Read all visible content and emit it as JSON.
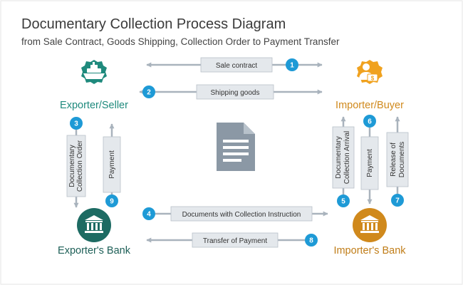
{
  "title": "Documentary Collection Process Diagram",
  "subtitle": "from Sale Contract, Goods Shipping, Collection Order to Payment Transfer",
  "colors": {
    "teal": "#1f8a7d",
    "dark_teal": "#1d6b63",
    "orange": "#f0a21f",
    "dark_orange": "#d0891c",
    "blue_badge": "#1e9ad6",
    "arrow_gray": "#a9b3bd",
    "box_fill": "#e4e8ec"
  },
  "nodes": {
    "exporter": {
      "label": "Exporter/Seller",
      "icon": "ship-icon"
    },
    "importer": {
      "label": "Importer/Buyer",
      "icon": "buyer-icon"
    },
    "exporter_bank": {
      "label": "Exporter's Bank",
      "icon": "bank-icon"
    },
    "importer_bank": {
      "label": "Importer's Bank",
      "icon": "bank-icon"
    }
  },
  "steps": {
    "s1": {
      "number": "1",
      "label": "Sale contract"
    },
    "s2": {
      "number": "2",
      "label": "Shipping goods"
    },
    "s3": {
      "number": "3",
      "line1": "Documentary",
      "line2": "Collection Order"
    },
    "s4": {
      "number": "4",
      "label": "Documents with Collection Instruction"
    },
    "s5": {
      "number": "5",
      "line1": "Documentary",
      "line2": "Collection Arrival"
    },
    "s6": {
      "number": "6",
      "label": "Payment"
    },
    "s7": {
      "number": "7",
      "line1": "Release of",
      "line2": "Documents"
    },
    "s8": {
      "number": "8",
      "label": "Transfer of Payment"
    },
    "s9": {
      "number": "9",
      "label": "Payment"
    }
  },
  "center_icon": "document-icon"
}
